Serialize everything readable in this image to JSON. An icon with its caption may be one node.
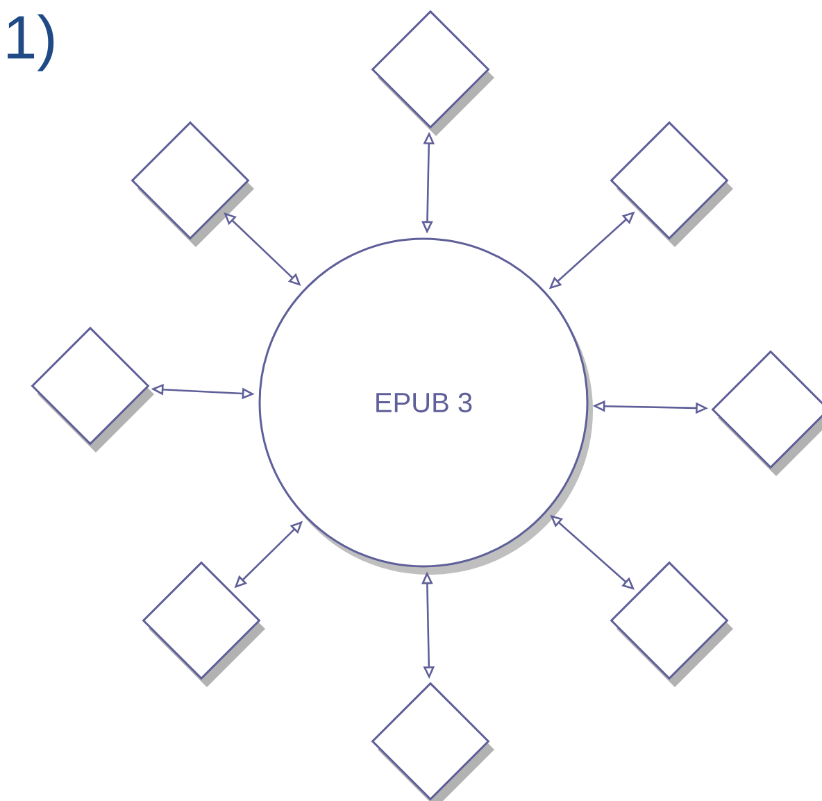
{
  "diagram": {
    "nodes": [
      {
        "text": [
          "EPUB 3"
        ]
      },
      {
        "text": [],
        "shape": "diamond"
      },
      {
        "text": [],
        "shape": "diamond"
      },
      {
        "text": [],
        "shape": "diamond"
      },
      {
        "text": [],
        "shape": "diamond"
      },
      {
        "text": [],
        "shape": "diamond"
      },
      {
        "text": [],
        "shape": "diamond"
      },
      {
        "text": [],
        "shape": "diamond"
      },
      {
        "text": [],
        "shape": "diamond"
      }
    ],
    "edges": [
      {
        "from": 0,
        "to": 1,
        "arrow": "both"
      },
      {
        "from": 0,
        "to": 2,
        "arrow": "both"
      },
      {
        "from": 0,
        "to": 3,
        "arrow": "both"
      },
      {
        "from": 0,
        "to": 4,
        "arrow": "both"
      },
      {
        "from": 0,
        "to": 5,
        "arrow": "both"
      },
      {
        "from": 0,
        "to": 6,
        "arrow": "both"
      },
      {
        "from": 0,
        "to": 7,
        "arrow": "both"
      },
      {
        "from": 0,
        "to": 8,
        "arrow": "both"
      }
    ],
    "labels": [
      "1)"
    ]
  }
}
